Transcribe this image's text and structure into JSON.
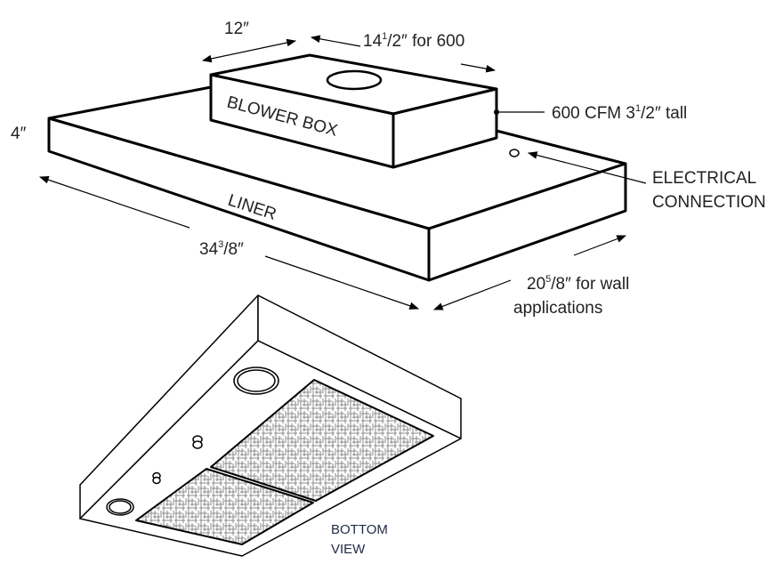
{
  "labels": {
    "blower_depth": "12″",
    "blower_width_num": "14",
    "blower_width_frac_num": "1",
    "blower_width_frac_den": "/2",
    "blower_width_suffix": "″ for 600",
    "blower_box": "BLOWER BOX",
    "blower_height_prefix": "600 CFM 3",
    "blower_height_frac_num": "1",
    "blower_height_frac_den": "/2",
    "blower_height_suffix": "″ tall",
    "liner_height": "4″",
    "liner": "LINER",
    "electrical_line1": "ELECTRICAL",
    "electrical_line2": "CONNECTION",
    "length_num": "34",
    "length_frac_num": "3",
    "length_frac_den": "/8",
    "length_suffix": "″",
    "depth_num": "20",
    "depth_frac_num": "5",
    "depth_frac_den": "/8",
    "depth_suffix": "″ for wall",
    "depth_line2": "applications",
    "bottom_view_line1": "BOTTOM",
    "bottom_view_line2": "VIEW"
  }
}
